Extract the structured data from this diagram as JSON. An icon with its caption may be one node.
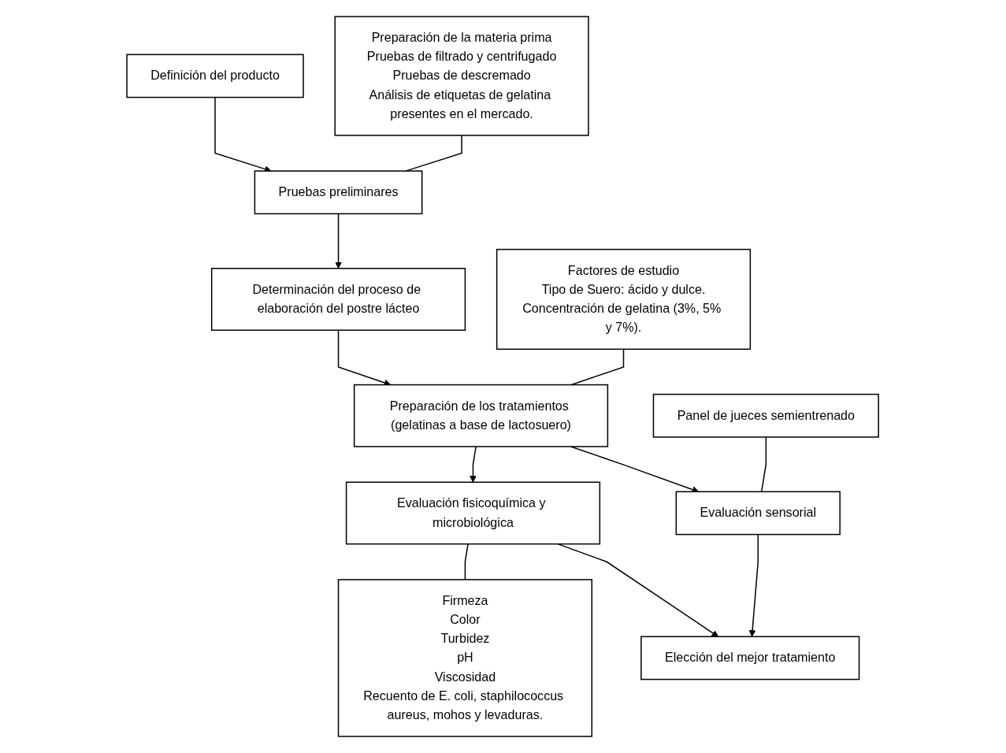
{
  "diagram": {
    "nodes": [
      {
        "text": [
          "Definición del producto"
        ]
      },
      {
        "text": [
          "Pruebas preliminares"
        ]
      },
      {
        "text": [
          "Preparación de la materia prima",
          "Pruebas de filtrado y centrifugado",
          "Pruebas de descremado",
          "Análisis de etiquetas de gelatina presentes en el mercado."
        ]
      },
      {
        "text": [
          "Determinación del proceso de elaboración del postre lácteo"
        ]
      },
      {
        "text": [
          "Preparación de los tratamientos (gelatinas a base de lactosuero)"
        ]
      },
      {
        "text": [
          "Factores de estudio",
          "Tipo de Suero: ácido y dulce.",
          "Concentración de gelatina (3%, 5% y 7%)."
        ]
      },
      {
        "text": [
          "Firmeza",
          "Color",
          "Turbidez",
          "pH",
          "Viscosidad",
          "Recuento de E. coli, staphilococcus aureus, mohos y levaduras."
        ]
      },
      {
        "text": [
          "Evaluación fisicoquímica y microbiológica"
        ]
      },
      {
        "text": [
          "Evaluación sensorial"
        ]
      },
      {
        "text": [
          "Panel de jueces semientrenado"
        ]
      },
      {
        "text": [
          "Elección del mejor tratamiento"
        ]
      }
    ],
    "edges": [
      {
        "from": 0,
        "to": 1,
        "arrow": "to"
      },
      {
        "from": 1,
        "to": 2,
        "arrow": "none"
      },
      {
        "from": 1,
        "to": 3,
        "arrow": "to"
      },
      {
        "from": 3,
        "to": 4,
        "arrow": "to"
      },
      {
        "from": 4,
        "to": 5,
        "arrow": "none"
      },
      {
        "from": 4,
        "to": 7,
        "arrow": "to"
      },
      {
        "from": 4,
        "to": 8,
        "arrow": "to"
      },
      {
        "from": 6,
        "to": 7,
        "arrow": "none"
      },
      {
        "from": 8,
        "to": 9,
        "arrow": "none"
      },
      {
        "from": 7,
        "to": 10,
        "arrow": "to"
      },
      {
        "from": 8,
        "to": 10,
        "arrow": "to"
      }
    ]
  }
}
